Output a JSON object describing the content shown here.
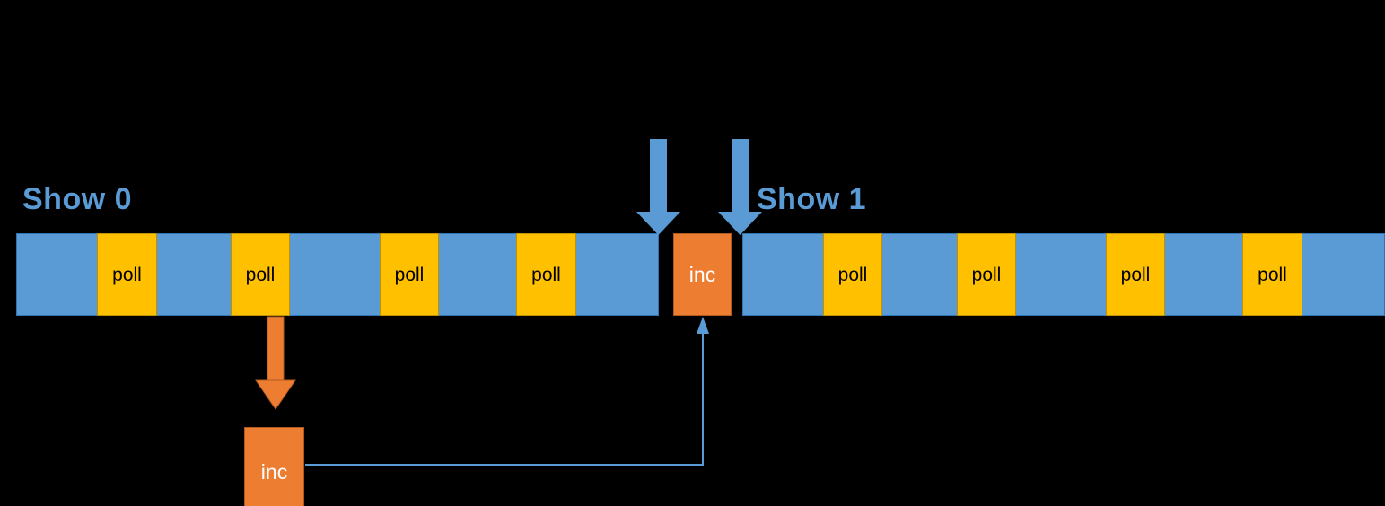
{
  "diagram": {
    "title_text_present": false,
    "background_color": "#000000",
    "colors": {
      "blue": "#5B9BD5",
      "blue_border": "#2E75B6",
      "yellow": "#FFC000",
      "yellow_border": "#BF9000",
      "orange": "#ED7D31",
      "orange_border": "#AE5A21",
      "label_blue": "#5B9BD5",
      "connector_blue": "#5B9BD5"
    },
    "labels": {
      "show0": "Show 0",
      "show1": "Show 1"
    },
    "timeline_left": {
      "name": "Show 0",
      "segments": [
        {
          "type": "idle",
          "label": ""
        },
        {
          "type": "poll",
          "label": "poll"
        },
        {
          "type": "idle",
          "label": ""
        },
        {
          "type": "poll",
          "label": "poll"
        },
        {
          "type": "idle",
          "label": ""
        },
        {
          "type": "poll",
          "label": "poll"
        },
        {
          "type": "idle",
          "label": ""
        },
        {
          "type": "poll",
          "label": "poll"
        },
        {
          "type": "idle",
          "label": ""
        }
      ]
    },
    "inc_top": {
      "label": "inc"
    },
    "timeline_right": {
      "name": "Show 1",
      "segments": [
        {
          "type": "idle",
          "label": ""
        },
        {
          "type": "poll",
          "label": "poll"
        },
        {
          "type": "idle",
          "label": ""
        },
        {
          "type": "poll",
          "label": "poll"
        },
        {
          "type": "idle",
          "label": ""
        },
        {
          "type": "poll",
          "label": "poll"
        },
        {
          "type": "idle",
          "label": ""
        },
        {
          "type": "poll",
          "label": "poll"
        },
        {
          "type": "idle",
          "label": ""
        }
      ]
    },
    "inc_bottom": {
      "label": "inc"
    },
    "arrows": {
      "blue_down_1": {
        "direction": "down"
      },
      "blue_down_2": {
        "direction": "down"
      },
      "orange_down": {
        "direction": "down"
      },
      "connector_up": {
        "direction": "up"
      }
    }
  }
}
